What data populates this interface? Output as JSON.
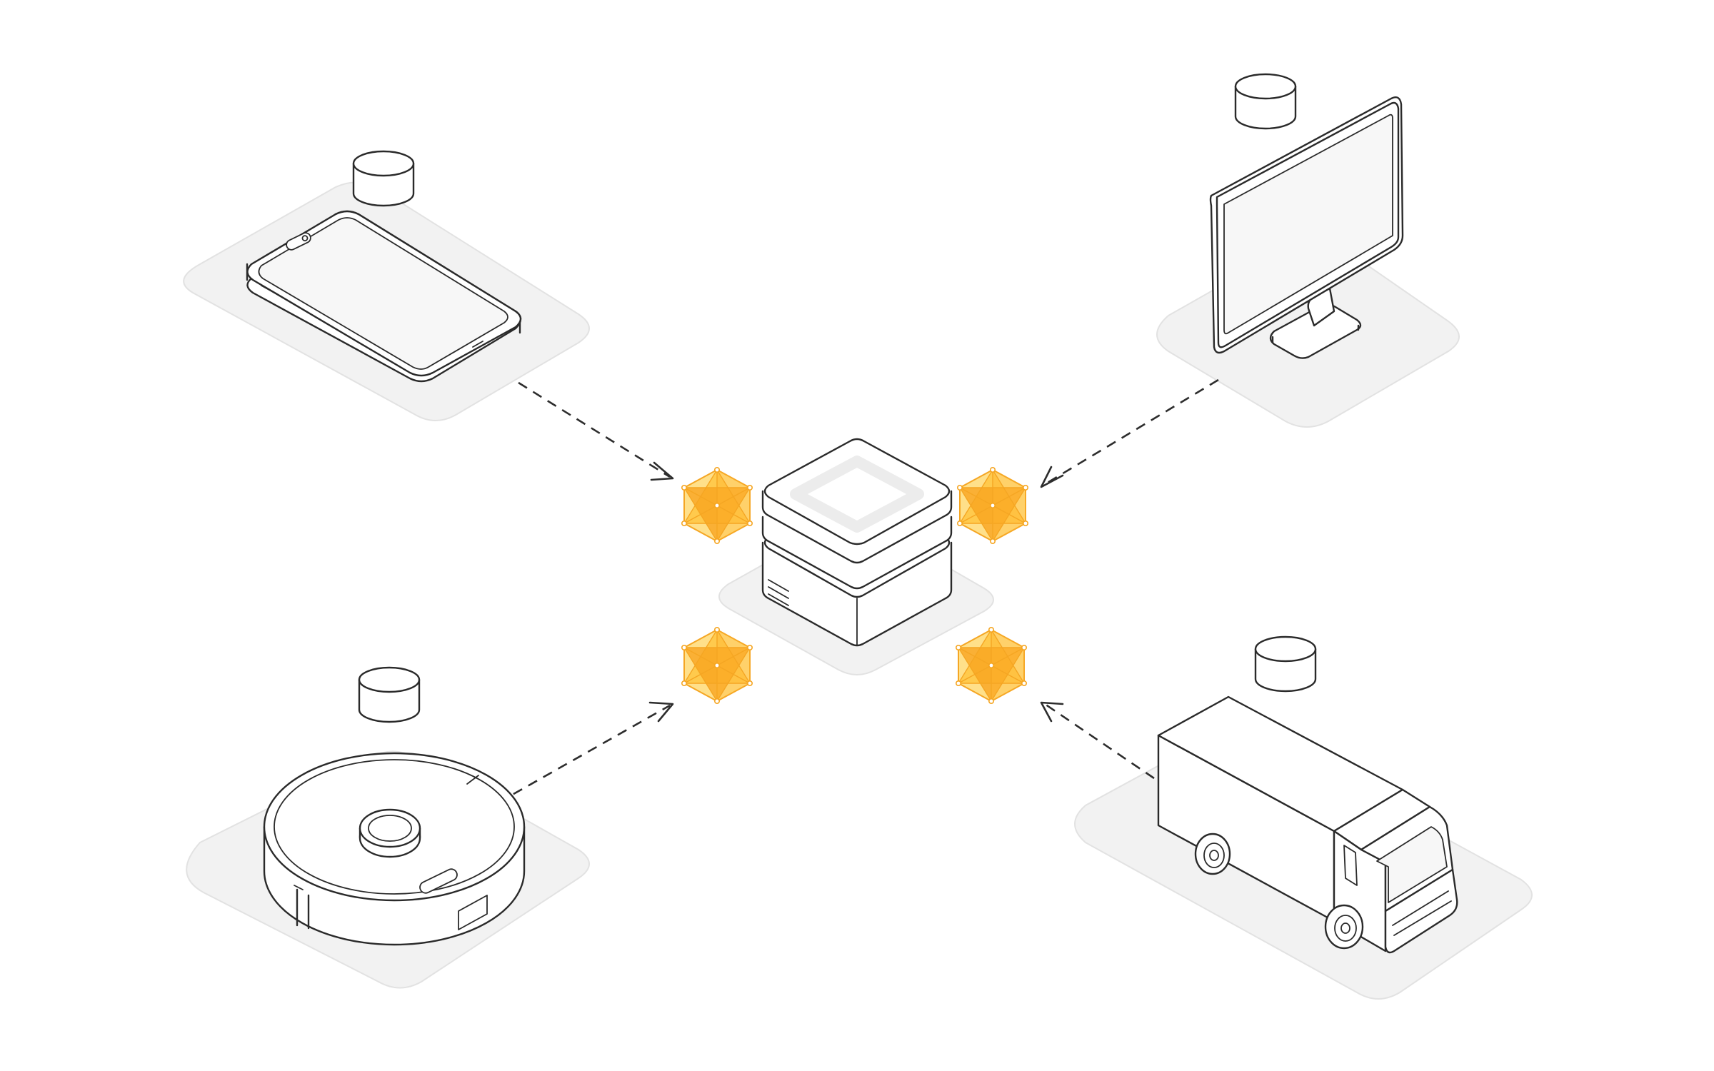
{
  "diagram": {
    "nodes": [
      {
        "id": "phone",
        "icon": "smartphone-icon",
        "has_local_store": true
      },
      {
        "id": "monitor",
        "icon": "desktop-monitor-icon",
        "has_local_store": true
      },
      {
        "id": "robot",
        "icon": "robot-vacuum-icon",
        "has_local_store": true
      },
      {
        "id": "truck",
        "icon": "delivery-truck-icon",
        "has_local_store": true
      },
      {
        "id": "hub",
        "icon": "server-hub-icon",
        "has_local_store": false
      }
    ],
    "edges": [
      {
        "from": "phone",
        "to": "hub",
        "style": "dashed"
      },
      {
        "from": "monitor",
        "to": "hub",
        "style": "dashed"
      },
      {
        "from": "robot",
        "to": "hub",
        "style": "dashed"
      },
      {
        "from": "truck",
        "to": "hub",
        "style": "dashed"
      }
    ],
    "colors": {
      "accent": "#f8a51c",
      "accent_light": "#ffd36b",
      "plate": "#f2f2f2",
      "stroke": "#2a2a2a"
    }
  }
}
